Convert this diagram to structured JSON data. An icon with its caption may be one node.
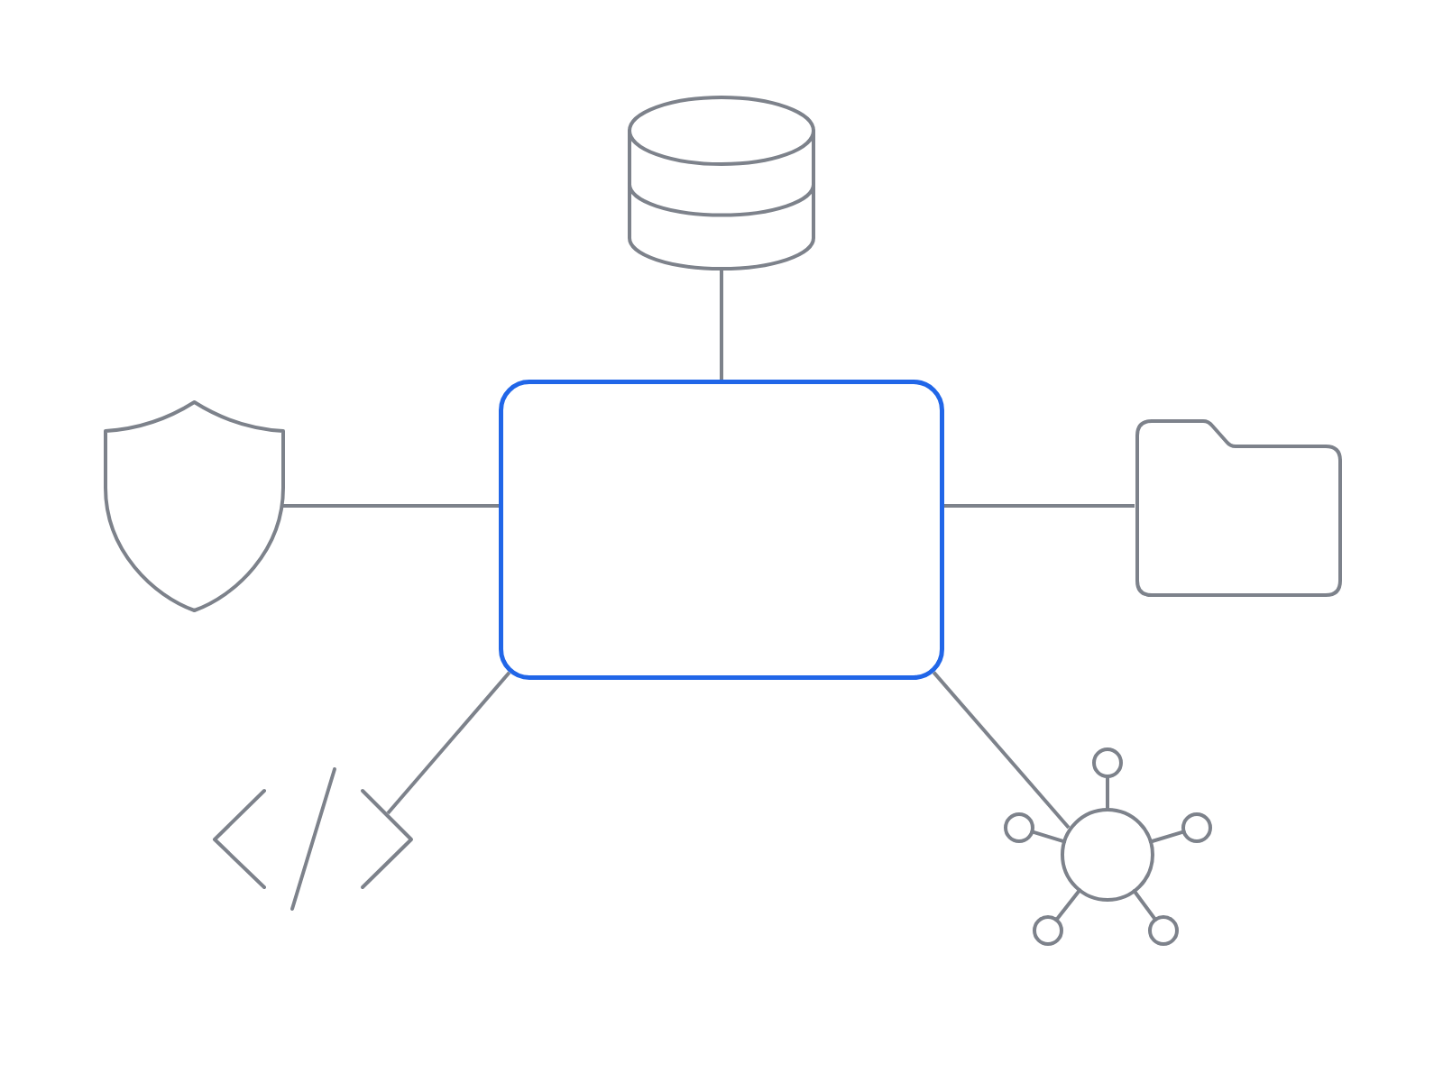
{
  "diagram": {
    "nodes": [
      {
        "text": [],
        "shape": "cylinder"
      },
      {
        "text": [],
        "shape": "shield"
      },
      {
        "text": [],
        "shape": "box"
      },
      {
        "text": [],
        "shape": "folder"
      },
      {
        "text": [],
        "shape": "picture"
      },
      {
        "text": [],
        "shape": "picture"
      }
    ],
    "edges": [
      {
        "from": 2,
        "to": 0,
        "arrow": "none"
      },
      {
        "from": 1,
        "to": 2,
        "arrow": "none"
      },
      {
        "from": 2,
        "to": 3,
        "arrow": "none"
      },
      {
        "from": 2,
        "to": 4,
        "arrow": "none"
      },
      {
        "from": 2,
        "to": 5,
        "arrow": "none"
      }
    ]
  }
}
